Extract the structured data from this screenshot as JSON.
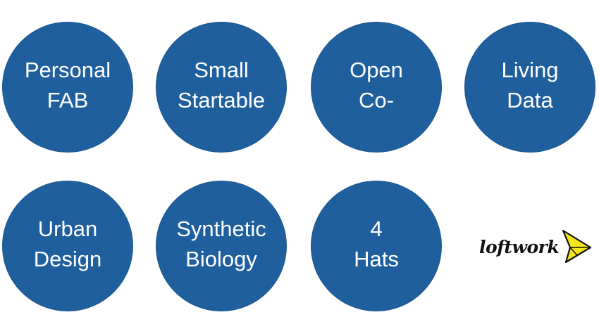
{
  "topics": [
    {
      "line1": "Personal",
      "line2": "FAB"
    },
    {
      "line1": "Small",
      "line2": "Startable"
    },
    {
      "line1": "Open",
      "line2": "Co-"
    },
    {
      "line1": "Living",
      "line2": "Data"
    },
    {
      "line1": "Urban",
      "line2": "Design"
    },
    {
      "line1": "Synthetic",
      "line2": "Biology"
    },
    {
      "line1": "4",
      "line2": "Hats"
    }
  ],
  "logo": {
    "text": "loftwork",
    "icon": "yellow-triangle-logo-icon"
  },
  "colors": {
    "circle_fill": "#1f5f9d",
    "circle_text": "#ffffff",
    "logo_yellow": "#f6e51c",
    "logo_text": "#111111"
  }
}
